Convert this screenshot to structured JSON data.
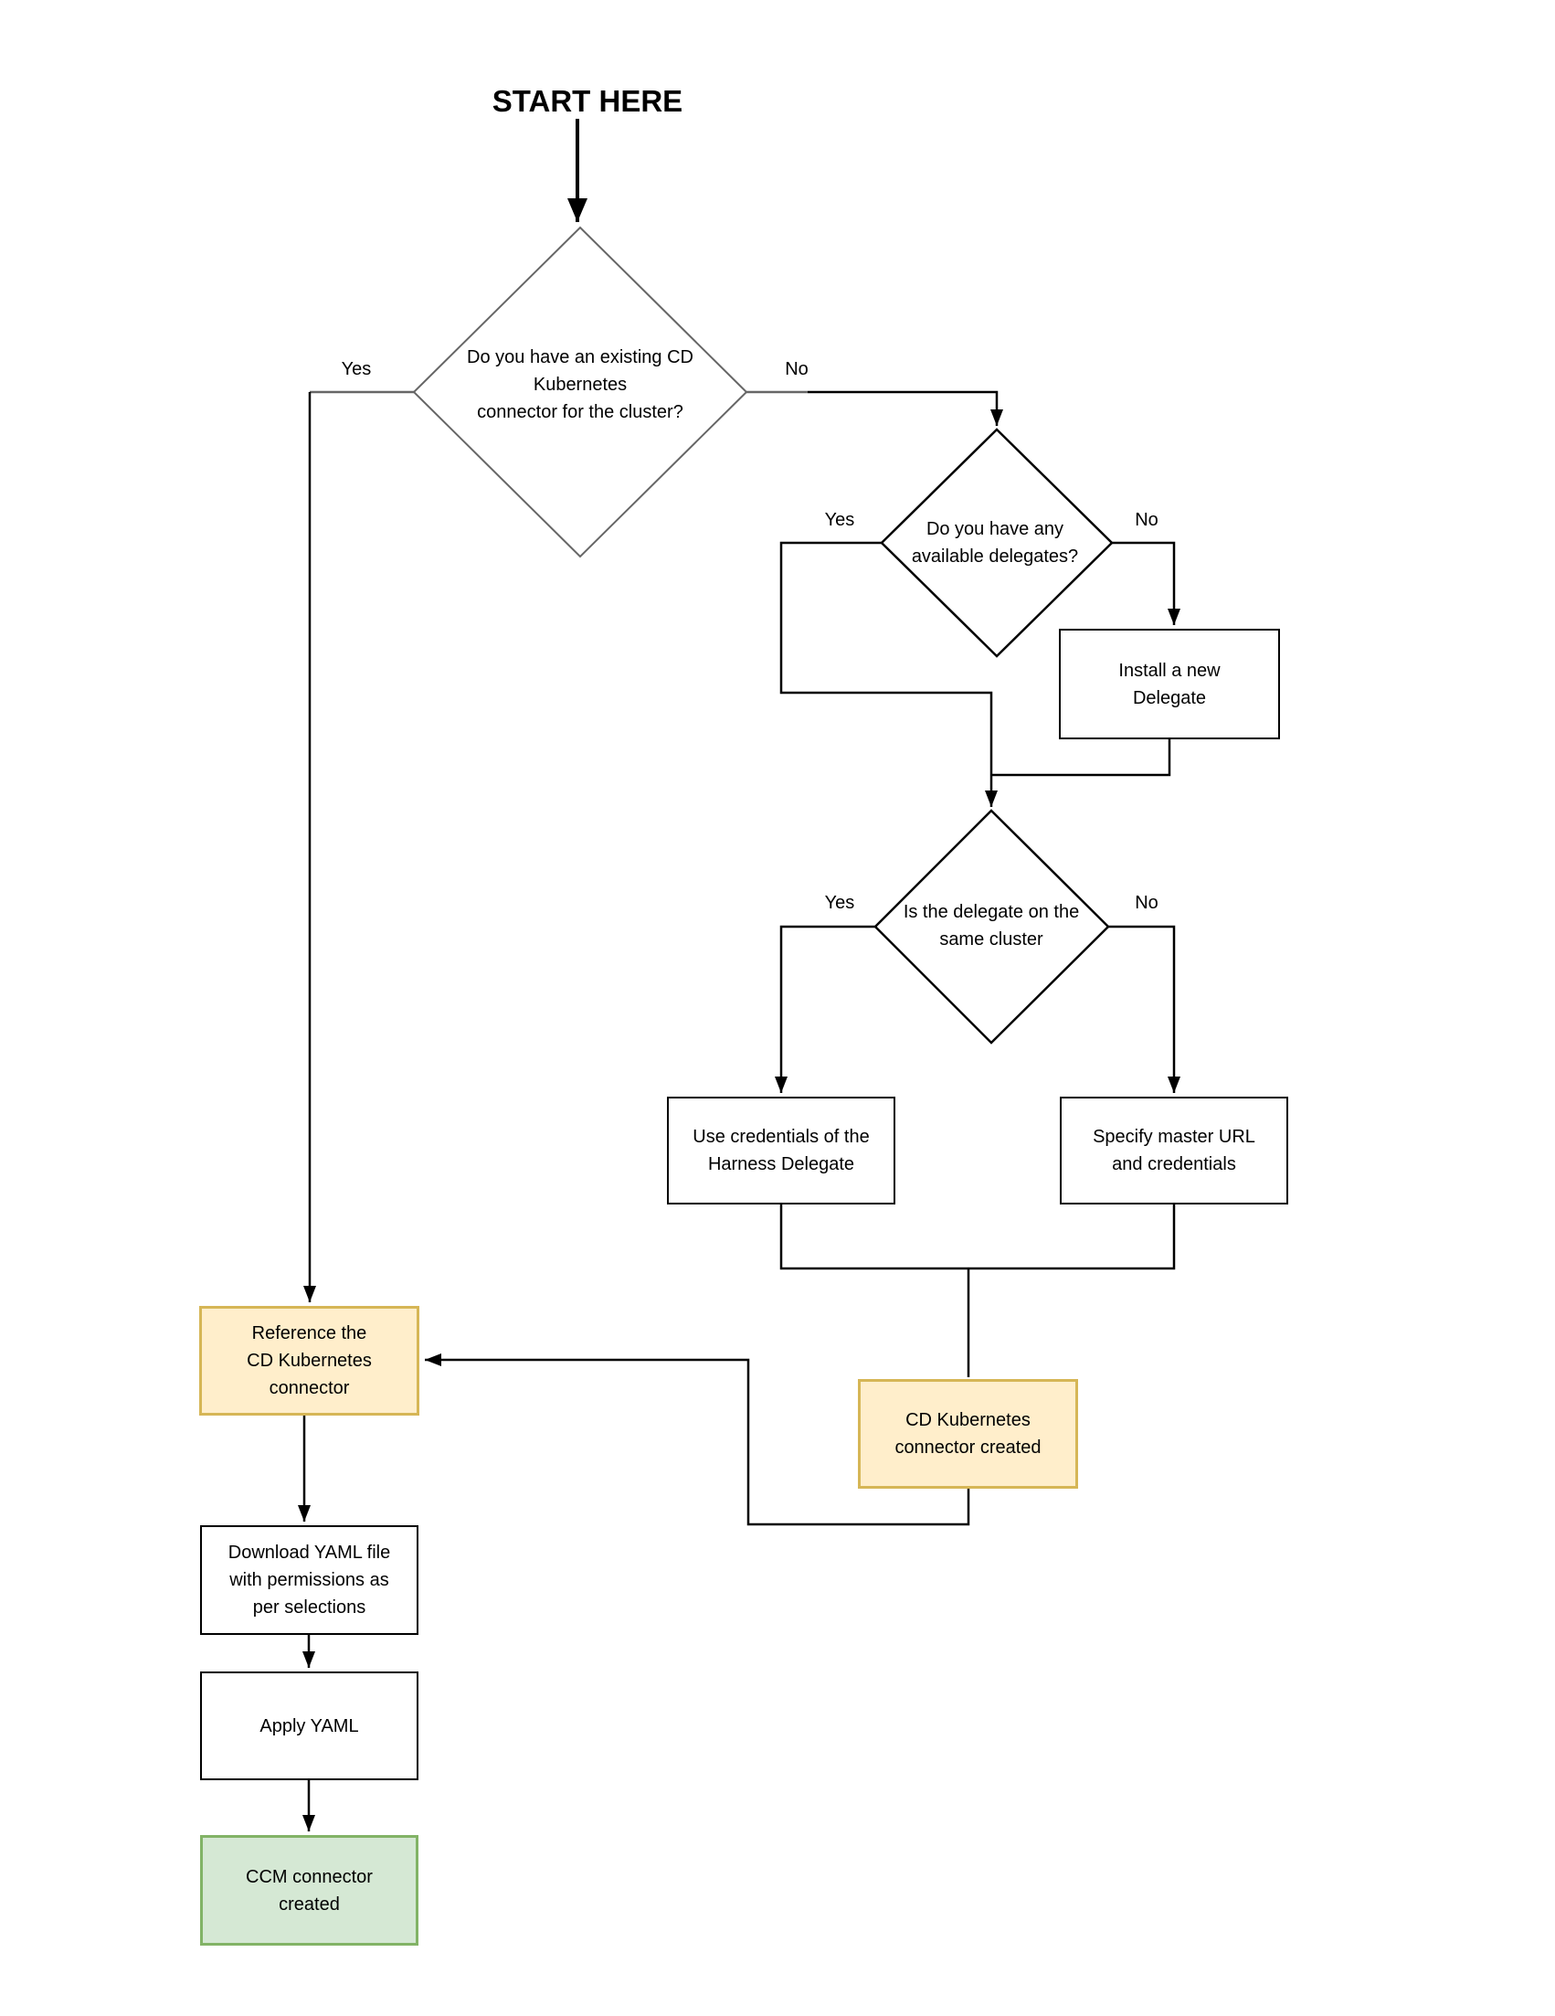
{
  "title": "START HERE",
  "colors": {
    "background": "#ffffff",
    "line": "#000000",
    "first_decision_stroke": "#666666",
    "process_fill": "#ffffff",
    "process_stroke": "#000000",
    "yellow_fill": "#ffeecb",
    "yellow_stroke": "#d6b656",
    "green_fill": "#d5e8d4",
    "green_stroke": "#82b366",
    "text": "#000000"
  },
  "decisions": {
    "existing_connector": {
      "text": "Do you have an existing CD\nKubernetes\nconnector for the cluster?",
      "yes": "Yes",
      "no": "No"
    },
    "available_delegates": {
      "text": "Do you have any\navailable delegates?",
      "yes": "Yes",
      "no": "No"
    },
    "delegate_same_cluster": {
      "text": "Is the delegate on the\nsame cluster",
      "yes": "Yes",
      "no": "No"
    }
  },
  "steps": {
    "install_delegate": "Install a new\nDelegate",
    "use_credentials": "Use credentials of the\nHarness Delegate",
    "specify_master": "Specify master URL\nand credentials",
    "cd_connector_created": "CD Kubernetes\nconnector created",
    "reference_connector": "Reference the\nCD Kubernetes\nconnector",
    "download_yaml": "Download YAML file\nwith permissions as\nper selections",
    "apply_yaml": "Apply YAML",
    "ccm_connector_created": "CCM connector\ncreated"
  }
}
